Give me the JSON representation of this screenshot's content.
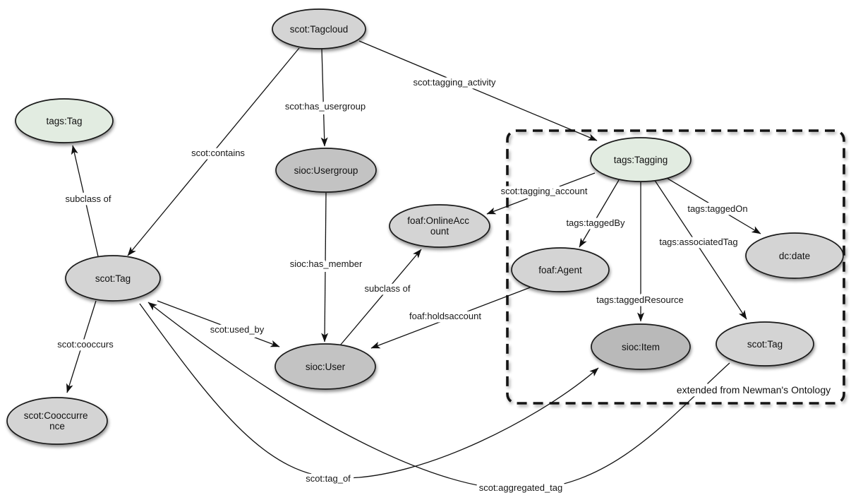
{
  "colors": {
    "background": "#ffffff",
    "node_light": "#d4d4d4",
    "node_medium": "#c3c3c3",
    "node_dark": "#b9b9b9",
    "node_green": "#e2ece1",
    "outline": "#1a1a1a"
  },
  "nodes": {
    "tagcloud": {
      "label": "scot:Tagcloud"
    },
    "tags_tag": {
      "label": "tags:Tag"
    },
    "usergroup": {
      "label": "sioc:Usergroup"
    },
    "online_account": {
      "line1": "foaf:OnlineAcc",
      "line2": "ount"
    },
    "tagging": {
      "label": "tags:Tagging"
    },
    "scot_tag_left": {
      "label": "scot:Tag"
    },
    "agent": {
      "label": "foaf:Agent"
    },
    "dc_date": {
      "label": "dc:date"
    },
    "user": {
      "label": "sioc:User"
    },
    "cooccurrence": {
      "line1": "scot:Cooccurre",
      "line2": "nce"
    },
    "item": {
      "label": "sioc:Item"
    },
    "scot_tag_right": {
      "label": "scot:Tag"
    }
  },
  "edges": {
    "contains": {
      "label": "scot:contains"
    },
    "has_usergroup": {
      "label": "scot:has_usergroup"
    },
    "tagging_activity": {
      "label": "scot:tagging_activity"
    },
    "subclass_of_left": {
      "label": "subclass of"
    },
    "has_member": {
      "label": "sioc:has_member"
    },
    "tagging_account": {
      "label": "scot:tagging_account"
    },
    "tagged_by": {
      "label": "tags:taggedBy"
    },
    "tagged_on": {
      "label": "tags:taggedOn"
    },
    "associated_tag": {
      "label": "tags:associatedTag"
    },
    "tagged_resource": {
      "label": "tags:taggedResource"
    },
    "subclass_of_center": {
      "label": "subclass of"
    },
    "holdsaccount": {
      "label": "foaf:holdsaccount"
    },
    "used_by": {
      "label": "scot:used_by"
    },
    "cooccurs": {
      "label": "scot:cooccurs"
    },
    "tag_of": {
      "label": "scot:tag_of"
    },
    "aggregated_tag": {
      "label": "scot:aggregated_tag"
    }
  },
  "annotation": {
    "box_caption": "extended from Newman's Ontology"
  }
}
